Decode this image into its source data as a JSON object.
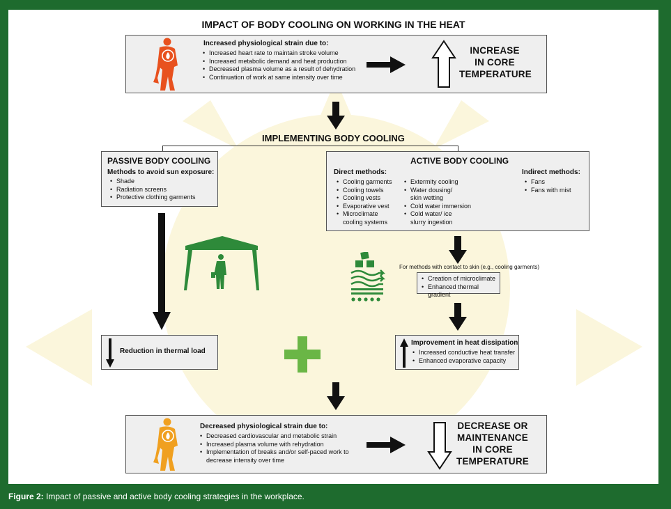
{
  "title": "IMPACT OF BODY COOLING ON WORKING IN THE HEAT",
  "top_box": {
    "heading": "Increased physiological strain due to:",
    "items": [
      "Increased heart rate to maintain stroke volume",
      "Increased metabolic demand and heat production",
      "Decreased plasma volume as a result of dehydration",
      "Continuation of work at same intensity over time"
    ],
    "result": [
      "INCREASE",
      "IN CORE",
      "TEMPERATURE"
    ]
  },
  "implementing": "IMPLEMENTING BODY COOLING",
  "passive": {
    "title": "PASSIVE BODY COOLING",
    "heading": "Methods to avoid sun exposure:",
    "items": [
      "Shade",
      "Radiation screens",
      "Protective clothing garments"
    ]
  },
  "active": {
    "title": "ACTIVE BODY COOLING",
    "direct_heading": "Direct methods:",
    "direct_col1": [
      "Cooling garments",
      "Cooling towels",
      "Cooling vests",
      "Evaporative vest",
      "Microclimate cooling systems"
    ],
    "direct_col2": [
      "Extermity cooling",
      "Water dousing/ skin wetting",
      "Cold water immersion",
      "Cold water/ ice slurry ingestion"
    ],
    "indirect_heading": "Indirect methods:",
    "indirect_items": [
      "Fans",
      "Fans with mist"
    ]
  },
  "contact": {
    "note": "For methods with contact to skin (e.g., cooling garments)",
    "items": [
      "Creation of microclimate",
      "Enhanced thermal gradient"
    ]
  },
  "reduction": "Reduction in thermal load",
  "improvement": {
    "heading": "Improvement in heat dissipation",
    "items": [
      "Increased conductive heat transfer",
      "Enhanced evaporative capacity"
    ]
  },
  "bottom_box": {
    "heading": "Decreased physiological strain due to:",
    "items": [
      "Decreased cardiovascular and metabolic strain",
      "Increased plasma volume with rehydration",
      "Implementation of breaks and/or self-paced work to decrease intensity over time"
    ],
    "result": [
      "DECREASE OR",
      "MAINTENANCE",
      "IN CORE",
      "TEMPERATURE"
    ]
  },
  "caption": {
    "label": "Figure 2:",
    "text": " Impact of passive and active body cooling strategies in the workplace."
  },
  "colors": {
    "frame": "#1e6b2e",
    "sun": "#fbf6dc",
    "worker_hot": "#e8511e",
    "worker_cool": "#f0a020",
    "green": "#2e8a3a",
    "plus": "#6ab646",
    "box": "#efefef"
  },
  "icons": [
    "worker-hot-icon",
    "worker-cool-icon",
    "canopy-shade-icon",
    "cooling-garment-icon",
    "plus-icon"
  ]
}
